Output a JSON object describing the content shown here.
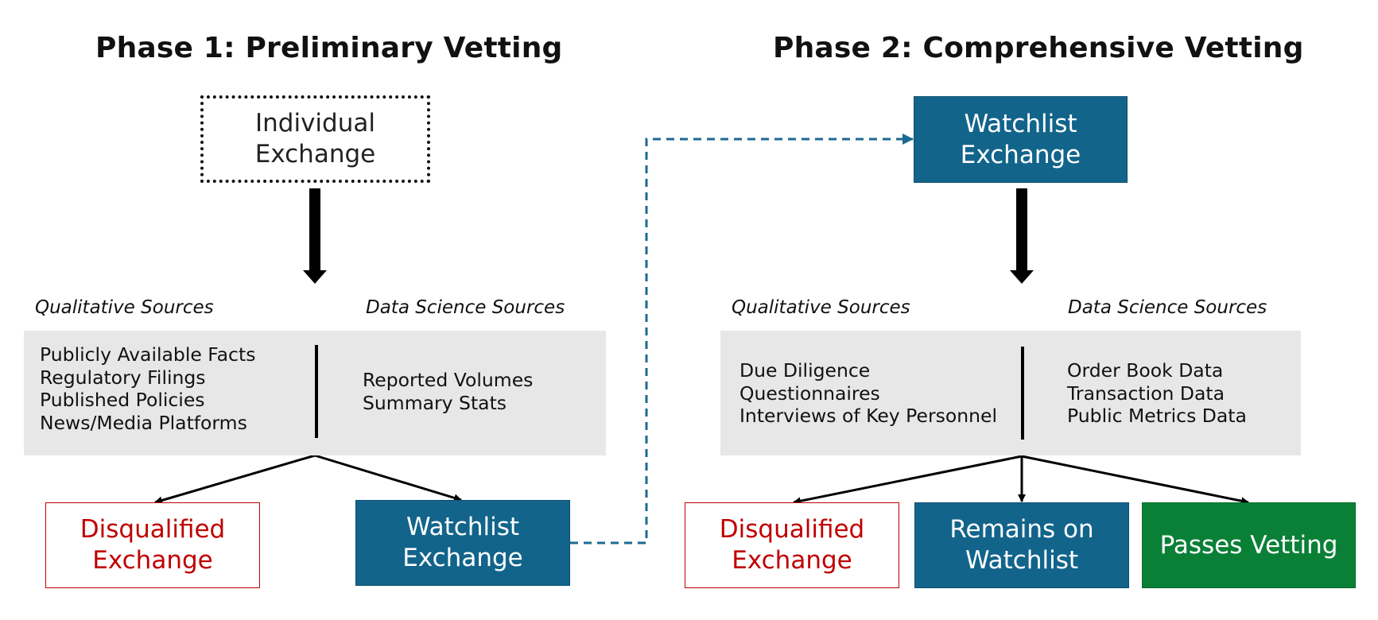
{
  "phase1": {
    "title": "Phase 1: Preliminary Vetting",
    "start": [
      "Individual",
      "Exchange"
    ],
    "qualitative_label": "Qualitative Sources",
    "data_science_label": "Data Science Sources",
    "qualitative_items": [
      "Publicly Available Facts",
      "Regulatory Filings",
      "Published Policies",
      "News/Media Platforms"
    ],
    "data_science_items": [
      "Reported Volumes",
      "Summary Stats"
    ],
    "outcomes": {
      "disqualified": [
        "Disqualified",
        "Exchange"
      ],
      "watchlist": [
        "Watchlist",
        "Exchange"
      ]
    }
  },
  "phase2": {
    "title": "Phase 2: Comprehensive Vetting",
    "start": [
      "Watchlist",
      "Exchange"
    ],
    "qualitative_label": "Qualitative Sources",
    "data_science_label": "Data Science Sources",
    "qualitative_items": [
      "Due Diligence",
      "Questionnaires",
      "Interviews of Key Personnel"
    ],
    "data_science_items": [
      "Order Book Data",
      "Transaction Data",
      "Public Metrics Data"
    ],
    "outcomes": {
      "disqualified": [
        "Disqualified",
        "Exchange"
      ],
      "remains": [
        "Remains on",
        "Watchlist"
      ],
      "passes": "Passes Vetting"
    }
  },
  "colors": {
    "blue": "#12648b",
    "green": "#0a8037",
    "red": "#c00000",
    "grey_panel": "#e7e7e7",
    "dashed_connector": "#1c6a92"
  }
}
